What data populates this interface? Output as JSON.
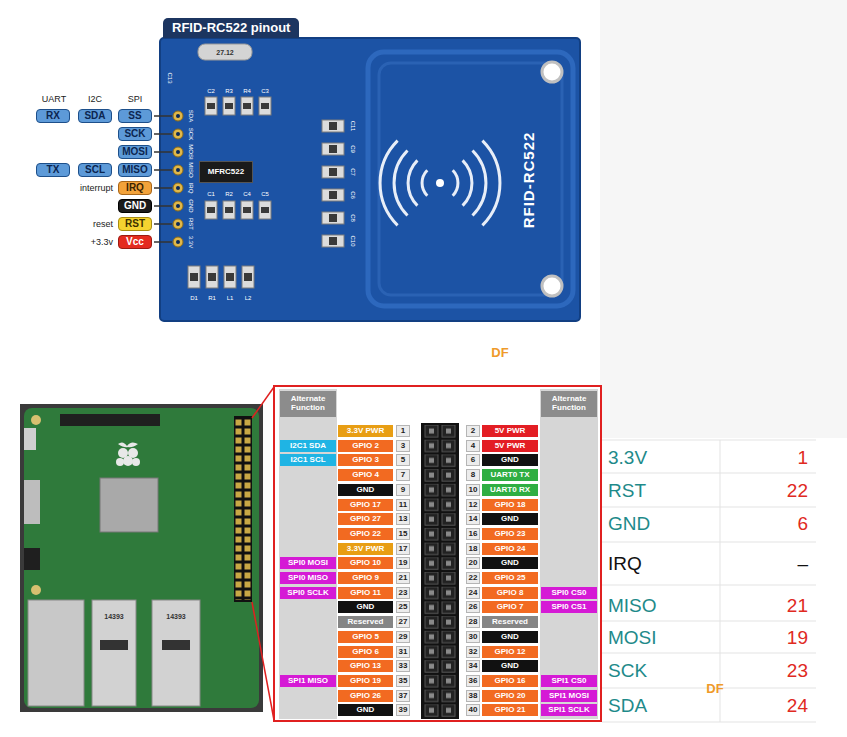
{
  "diagram": {
    "title": "RFID-RC522 pinout",
    "nodes": [
      {
        "text": [
          "RX"
        ]
      },
      {
        "text": [
          "SDA"
        ]
      },
      {
        "text": [
          "SS"
        ]
      },
      {
        "text": [
          "SCK"
        ]
      },
      {
        "text": [
          "MOSI"
        ]
      },
      {
        "text": [
          "TX"
        ]
      },
      {
        "text": [
          "SCL"
        ]
      },
      {
        "text": [
          "MISO"
        ]
      },
      {
        "text": [
          "IRQ"
        ]
      },
      {
        "text": [
          "GND"
        ]
      },
      {
        "text": [
          "RST"
        ]
      },
      {
        "text": [
          "Vcc"
        ]
      },
      {
        "text": [
          "MFRC522"
        ]
      },
      {
        "text": [
          "Alternate Function"
        ]
      },
      {
        "text": [
          "Alternate Function"
        ]
      },
      {
        "text": [
          "3.3V PWR"
        ]
      },
      {
        "text": [
          "1"
        ]
      },
      {
        "text": [
          "2"
        ]
      },
      {
        "text": [
          "5V PWR"
        ]
      },
      {
        "text": [
          "I2C1 SDA"
        ]
      },
      {
        "text": [
          "GPIO 2"
        ]
      },
      {
        "text": [
          "3"
        ]
      },
      {
        "text": [
          "4"
        ]
      },
      {
        "text": [
          "5V PWR"
        ]
      },
      {
        "text": [
          "I2C1 SCL"
        ]
      },
      {
        "text": [
          "GPIO 3"
        ]
      },
      {
        "text": [
          "5"
        ]
      },
      {
        "text": [
          "6"
        ]
      },
      {
        "text": [
          "GND"
        ]
      },
      {
        "text": [
          "GPIO 4"
        ]
      },
      {
        "text": [
          "7"
        ]
      },
      {
        "text": [
          "8"
        ]
      },
      {
        "text": [
          "UART0 TX"
        ]
      },
      {
        "text": [
          "GND"
        ]
      },
      {
        "text": [
          "9"
        ]
      },
      {
        "text": [
          "10"
        ]
      },
      {
        "text": [
          "UART0 RX"
        ]
      },
      {
        "text": [
          "GPIO 17"
        ]
      },
      {
        "text": [
          "11"
        ]
      },
      {
        "text": [
          "12"
        ]
      },
      {
        "text": [
          "GPIO 18"
        ]
      },
      {
        "text": [
          "GPIO 27"
        ]
      },
      {
        "text": [
          "13"
        ]
      },
      {
        "text": [
          "14"
        ]
      },
      {
        "text": [
          "GND"
        ]
      },
      {
        "text": [
          "GPIO 22"
        ]
      },
      {
        "text": [
          "15"
        ]
      },
      {
        "text": [
          "16"
        ]
      },
      {
        "text": [
          "GPIO 23"
        ]
      },
      {
        "text": [
          "3.3V PWR"
        ]
      },
      {
        "text": [
          "17"
        ]
      },
      {
        "text": [
          "18"
        ]
      },
      {
        "text": [
          "GPIO 24"
        ]
      },
      {
        "text": [
          "SPI0 MOSI"
        ]
      },
      {
        "text": [
          "GPIO 10"
        ]
      },
      {
        "text": [
          "19"
        ]
      },
      {
        "text": [
          "20"
        ]
      },
      {
        "text": [
          "GND"
        ]
      },
      {
        "text": [
          "SPI0 MISO"
        ]
      },
      {
        "text": [
          "GPIO 9"
        ]
      },
      {
        "text": [
          "21"
        ]
      },
      {
        "text": [
          "22"
        ]
      },
      {
        "text": [
          "GPIO 25"
        ]
      },
      {
        "text": [
          "SPI0 SCLK"
        ]
      },
      {
        "text": [
          "GPIO 11"
        ]
      },
      {
        "text": [
          "23"
        ]
      },
      {
        "text": [
          "24"
        ]
      },
      {
        "text": [
          "GPIO 8"
        ]
      },
      {
        "text": [
          "SPI0 CS0"
        ]
      },
      {
        "text": [
          "GND"
        ]
      },
      {
        "text": [
          "25"
        ]
      },
      {
        "text": [
          "26"
        ]
      },
      {
        "text": [
          "GPIO 7"
        ]
      },
      {
        "text": [
          "SPI0 CS1"
        ]
      },
      {
        "text": [
          "Reserved"
        ]
      },
      {
        "text": [
          "27"
        ]
      },
      {
        "text": [
          "28"
        ]
      },
      {
        "text": [
          "Reserved"
        ]
      },
      {
        "text": [
          "GPIO 5"
        ]
      },
      {
        "text": [
          "29"
        ]
      },
      {
        "text": [
          "30"
        ]
      },
      {
        "text": [
          "GND"
        ]
      },
      {
        "text": [
          "GPIO 6"
        ]
      },
      {
        "text": [
          "31"
        ]
      },
      {
        "text": [
          "32"
        ]
      },
      {
        "text": [
          "GPIO 12"
        ]
      },
      {
        "text": [
          "GPIO 13"
        ]
      },
      {
        "text": [
          "33"
        ]
      },
      {
        "text": [
          "34"
        ]
      },
      {
        "text": [
          "GND"
        ]
      },
      {
        "text": [
          "SPI1 MISO"
        ]
      },
      {
        "text": [
          "GPIO 19"
        ]
      },
      {
        "text": [
          "35"
        ]
      },
      {
        "text": [
          "36"
        ]
      },
      {
        "text": [
          "GPIO 16"
        ]
      },
      {
        "text": [
          "SPI1 CS0"
        ]
      },
      {
        "text": [
          "GPIO 26"
        ]
      },
      {
        "text": [
          "37"
        ]
      },
      {
        "text": [
          "38"
        ]
      },
      {
        "text": [
          "GPIO 20"
        ]
      },
      {
        "text": [
          "SPI1 MOSI"
        ]
      },
      {
        "text": [
          "GND"
        ]
      },
      {
        "text": [
          "39"
        ]
      },
      {
        "text": [
          "40"
        ]
      },
      {
        "text": [
          "GPIO 21"
        ]
      },
      {
        "text": [
          "SPI1 SCLK"
        ]
      }
    ],
    "labels": [
      "UART",
      "I2C",
      "SPI",
      "interrupt",
      "reset",
      "+3.3v",
      "SDA",
      "SCK",
      "MOSI",
      "MISO",
      "IRQ",
      "GND",
      "RST",
      "3.3V",
      "27.12",
      "C13",
      "C2",
      "R3",
      "R4",
      "C3",
      "C1",
      "R2",
      "C4",
      "C5",
      "C11",
      "C9",
      "C7",
      "C6",
      "C8",
      "C10",
      "D1",
      "R1",
      "L1",
      "L2",
      "RFID-RC522",
      "DF",
      "14393",
      "14393",
      "3.3V",
      "1",
      "RST",
      "22",
      "GND",
      "6",
      "IRQ",
      "–",
      "MISO",
      "21",
      "MOSI",
      "19",
      "SCK",
      "23",
      "SDA",
      "24",
      "DF"
    ]
  }
}
